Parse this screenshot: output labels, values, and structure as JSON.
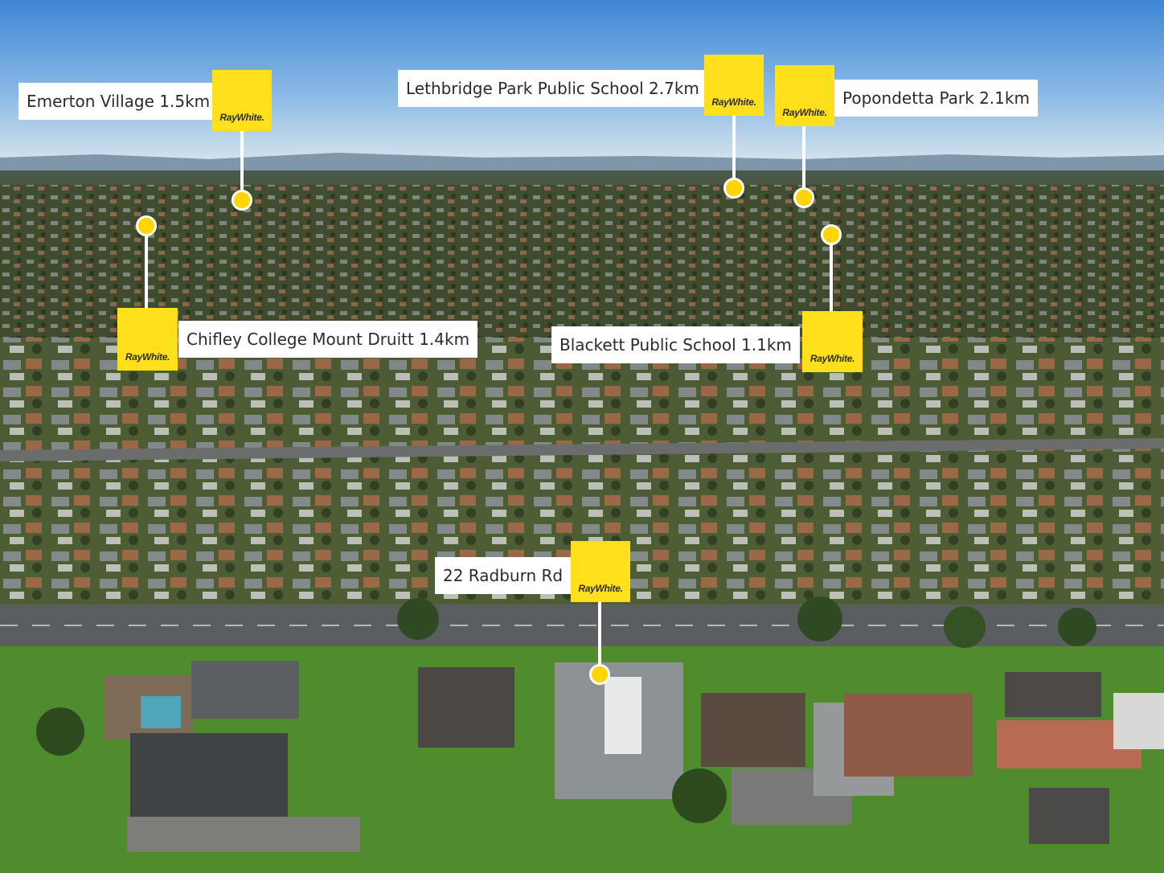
{
  "photo": {
    "description_colors": {
      "sky_top": "#4a8fd8",
      "sky_horizon": "#c9dceb",
      "mountains": "#7f96ab",
      "foliage": "#3d4a2a",
      "lawn": "#4f8c2e",
      "road": "#5a5e60",
      "marker": "#ffd400"
    }
  },
  "brand": {
    "logo_text": "RayWhite.",
    "color": "#ffe01b"
  },
  "callouts": [
    {
      "label": "Emerton Village 1.5km"
    },
    {
      "label": "Lethbridge Park Public School 2.7km"
    },
    {
      "label": "Popondetta Park 2.1km"
    },
    {
      "label": "Chifley College Mount Druitt 1.4km"
    },
    {
      "label": "Blackett Public School 1.1km"
    },
    {
      "label": "22 Radburn Rd"
    }
  ]
}
